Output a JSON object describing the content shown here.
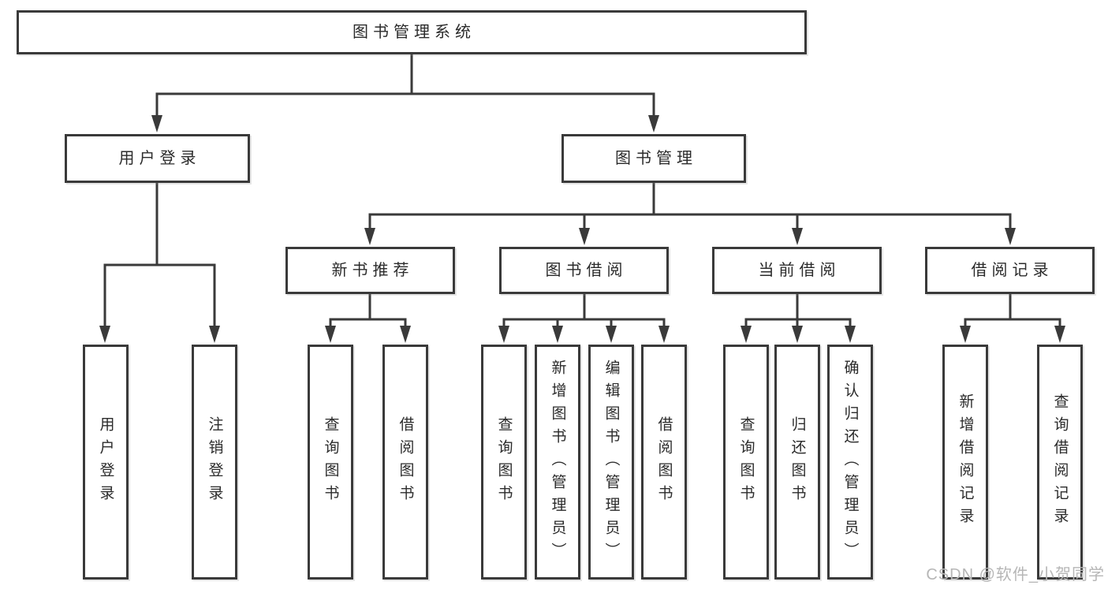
{
  "tree": {
    "label": "图书管理系统",
    "children": [
      {
        "label": "用户登录",
        "children": [
          {
            "label": "用户登录"
          },
          {
            "label": "注销登录"
          }
        ]
      },
      {
        "label": "图书管理",
        "children": [
          {
            "label": "新书推荐",
            "children": [
              {
                "label": "查询图书"
              },
              {
                "label": "借阅图书"
              }
            ]
          },
          {
            "label": "图书借阅",
            "children": [
              {
                "label": "查询图书"
              },
              {
                "label": "新增图书（管理员）"
              },
              {
                "label": "编辑图书（管理员）"
              },
              {
                "label": "借阅图书"
              }
            ]
          },
          {
            "label": "当前借阅",
            "children": [
              {
                "label": "查询图书"
              },
              {
                "label": "归还图书"
              },
              {
                "label": "确认归还（管理员）"
              }
            ]
          },
          {
            "label": "借阅记录",
            "children": [
              {
                "label": "新增借阅记录"
              },
              {
                "label": "查询借阅记录"
              }
            ]
          }
        ]
      }
    ]
  },
  "watermark": {
    "text": "CSDN @软件_小贺同学"
  },
  "colors": {
    "line": "#3a3a3a",
    "box_border": "#3a3a3a",
    "text": "#2b2b2b",
    "watermark": "#b6b6b6",
    "background": "#ffffff"
  }
}
